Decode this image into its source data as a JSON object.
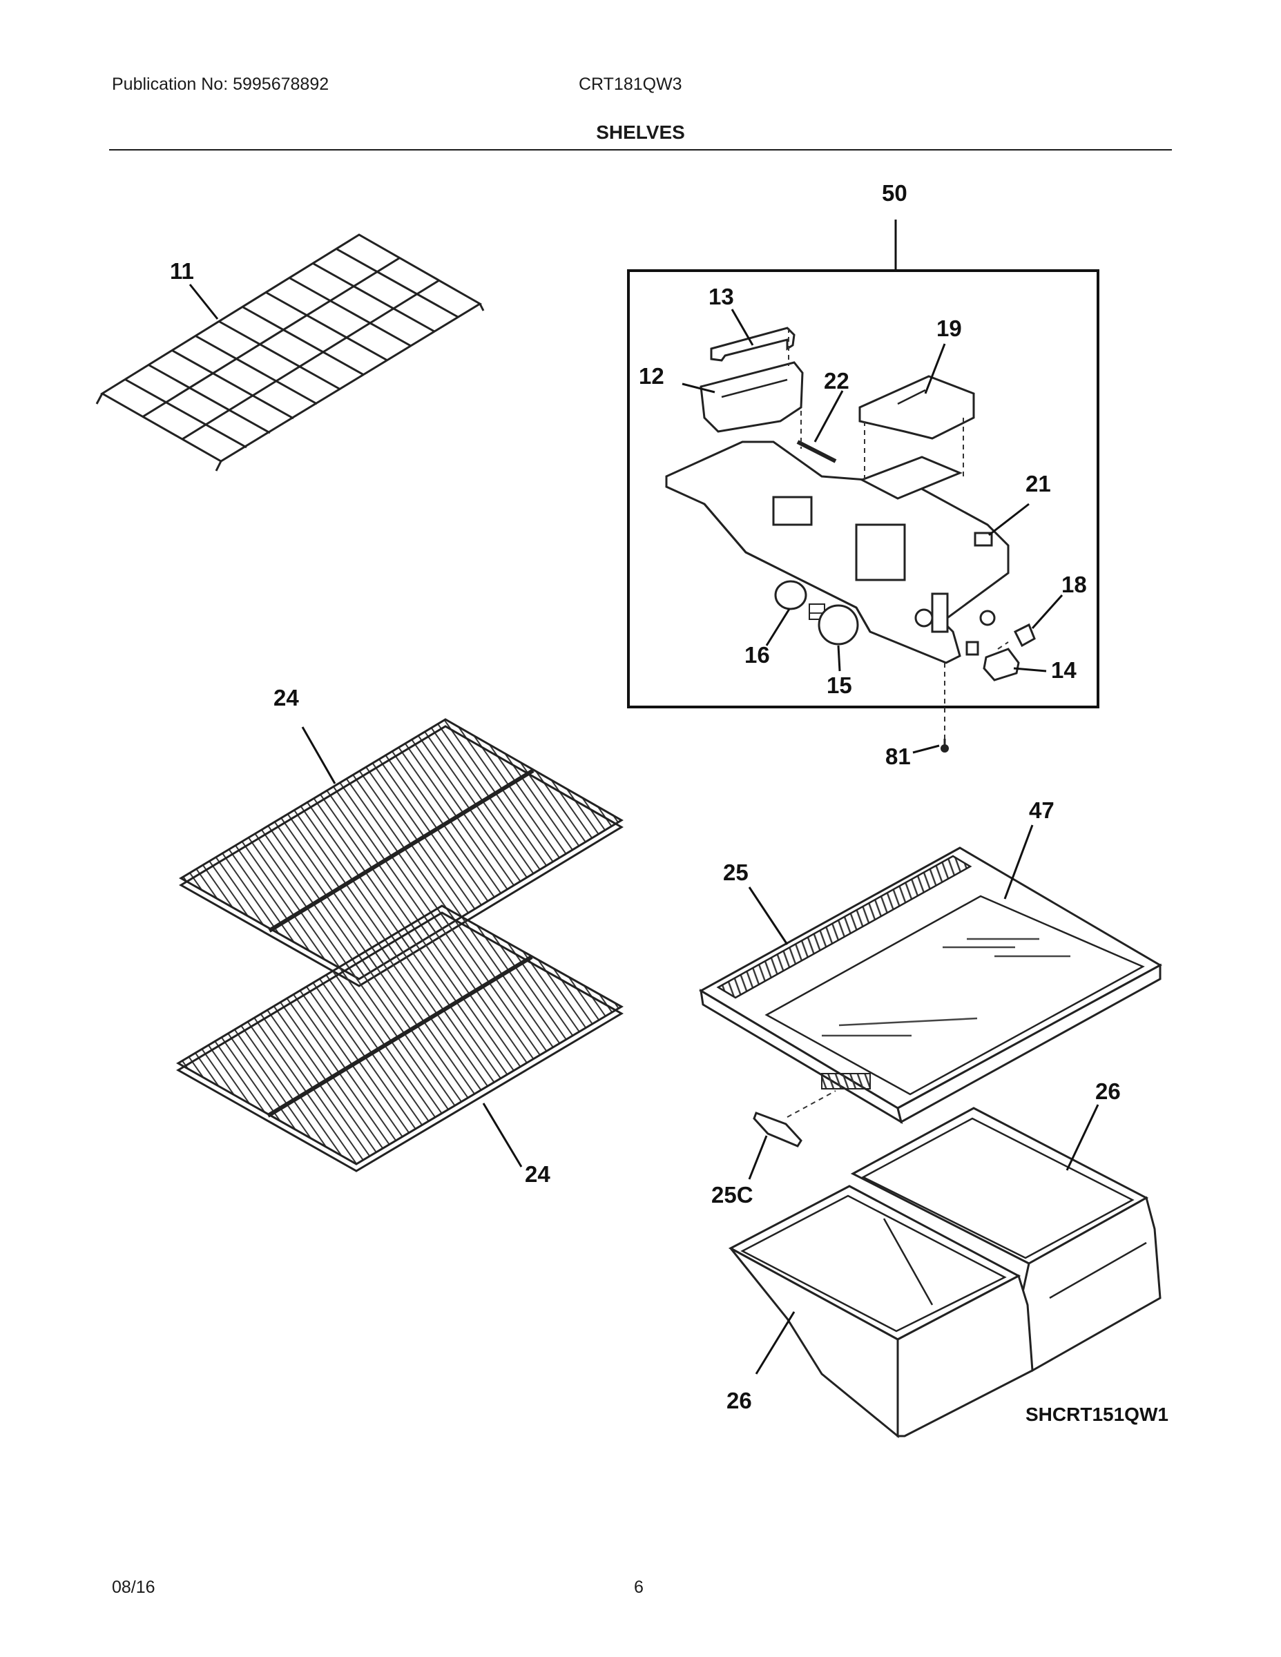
{
  "header": {
    "publication": "Publication No:  5995678892",
    "model": "CRT181QW3"
  },
  "section_title": "SHELVES",
  "diagram": {
    "callouts": {
      "c11": "11",
      "c50": "50",
      "c13": "13",
      "c19": "19",
      "c12": "12",
      "c22": "22",
      "c21": "21",
      "c18": "18",
      "c16": "16",
      "c15": "15",
      "c14": "14",
      "c81": "81",
      "c24a": "24",
      "c24b": "24",
      "c47": "47",
      "c25": "25",
      "c26a": "26",
      "c25c": "25C",
      "c26b": "26"
    },
    "drawing_code": "SHCRT151QW1"
  },
  "footer": {
    "date": "08/16",
    "page": "6"
  }
}
